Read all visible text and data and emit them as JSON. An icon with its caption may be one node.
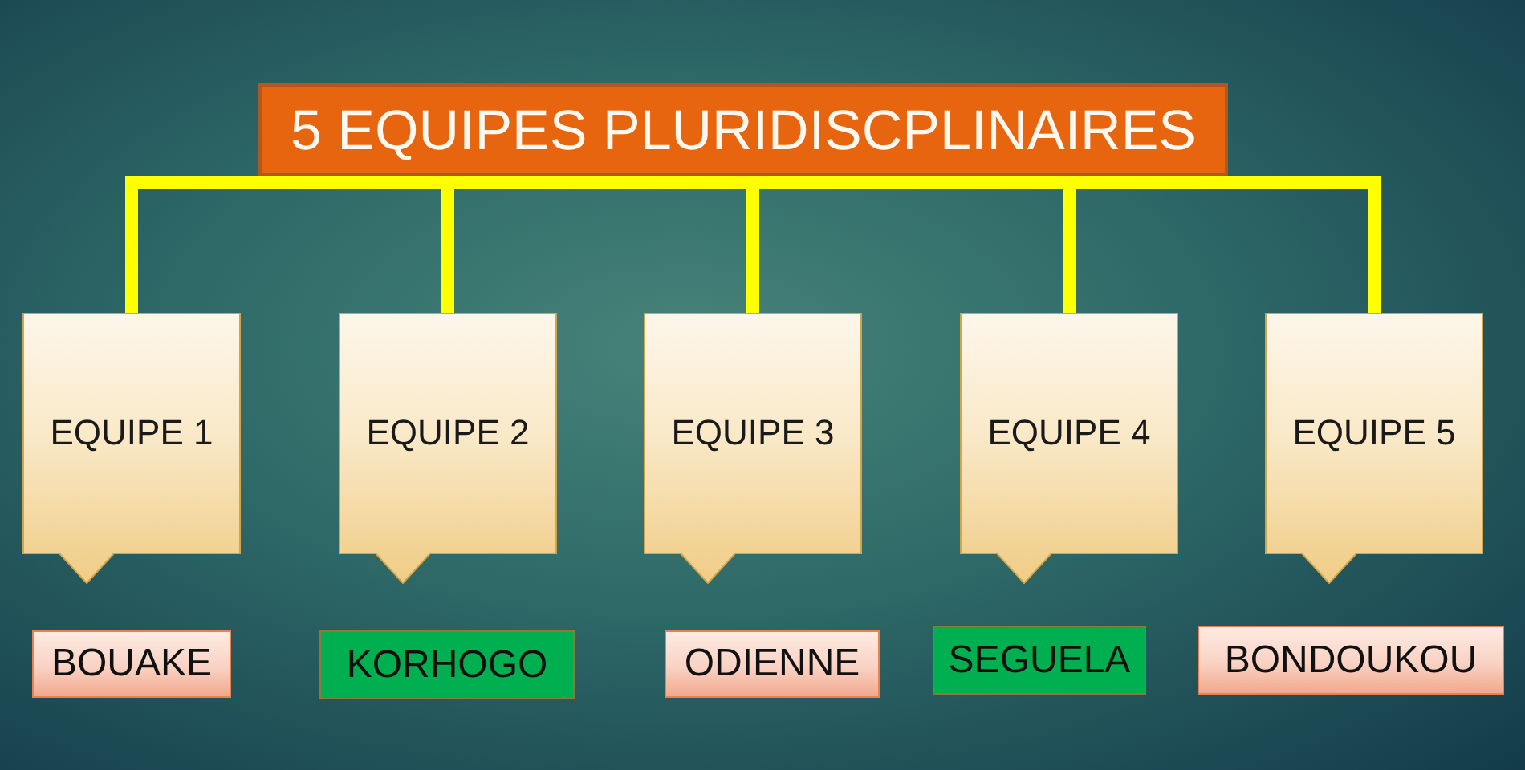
{
  "diagram": {
    "nodes": [
      {
        "text": [
          "5 EQUIPES PLURIDISCPLINAIRES"
        ]
      },
      {
        "text": [
          "EQUIPE 1"
        ]
      },
      {
        "text": [
          "EQUIPE 2"
        ]
      },
      {
        "text": [
          "EQUIPE 3"
        ]
      },
      {
        "text": [
          "EQUIPE 4"
        ]
      },
      {
        "text": [
          "EQUIPE 5"
        ]
      },
      {
        "text": [
          "BOUAKE"
        ]
      },
      {
        "text": [
          "KORHOGO"
        ]
      },
      {
        "text": [
          "ODIENNE"
        ]
      },
      {
        "text": [
          "SEGUELA"
        ]
      },
      {
        "text": [
          "BONDOUKOU"
        ]
      }
    ],
    "edges": [
      {
        "from": 0,
        "to": 1,
        "arrow": "none"
      },
      {
        "from": 0,
        "to": 2,
        "arrow": "none"
      },
      {
        "from": 0,
        "to": 3,
        "arrow": "none"
      },
      {
        "from": 0,
        "to": 4,
        "arrow": "none"
      },
      {
        "from": 0,
        "to": 5,
        "arrow": "none"
      }
    ]
  }
}
